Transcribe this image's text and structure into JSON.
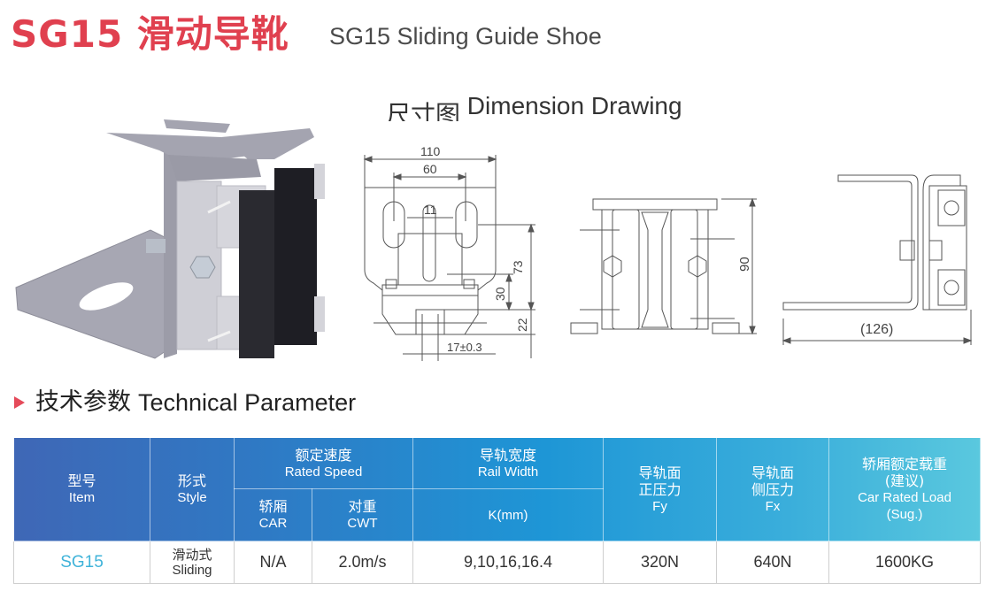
{
  "header": {
    "title_cn": "SG15 滑动导靴",
    "title_en": "SG15 Sliding Guide Shoe"
  },
  "dimension_section": {
    "heading_cn": "尺寸图",
    "heading_en": "Dimension Drawing"
  },
  "drawings": {
    "front_view": {
      "dims": [
        "110",
        "60",
        "11",
        "73",
        "30",
        "22",
        "17±0.3"
      ]
    },
    "side_view": {
      "dims": [
        "90"
      ]
    },
    "profile_view": {
      "dims": [
        "(126)"
      ]
    }
  },
  "technical_section": {
    "heading_cn": "技术参数",
    "heading_en": "Technical Parameter"
  },
  "table": {
    "headers": {
      "item": {
        "cn": "型号",
        "en": "Item"
      },
      "style": {
        "cn": "形式",
        "en": "Style"
      },
      "rated_speed": {
        "cn": "额定速度",
        "en": "Rated Speed"
      },
      "car": {
        "cn": "轿厢",
        "en": "CAR"
      },
      "cwt": {
        "cn": "对重",
        "en": "CWT"
      },
      "rail_width": {
        "cn": "导轨宽度",
        "en": "Rail Width"
      },
      "k": {
        "en": "K(mm)"
      },
      "fy": {
        "cn1": "导轨面",
        "cn2": "正压力",
        "en": "Fy"
      },
      "fx": {
        "cn1": "导轨面",
        "cn2": "侧压力",
        "en": "Fx"
      },
      "load": {
        "cn1": "轿厢额定载重",
        "cn2": "(建议)",
        "en1": "Car Rated Load",
        "en2": "(Sug.)"
      }
    },
    "rows": [
      {
        "model": "SG15",
        "style_cn": "滑动式",
        "style_en": "Sliding",
        "car": "N/A",
        "cwt": "2.0m/s",
        "rail_width": "9,10,16,16.4",
        "fy": "320N",
        "fx": "640N",
        "load": "1600KG"
      }
    ]
  },
  "colors": {
    "title_red": "#e0404f",
    "header_blue_start": "#3f67b6",
    "header_blue_end": "#5ac8de",
    "model_cyan": "#3fb3d9"
  }
}
